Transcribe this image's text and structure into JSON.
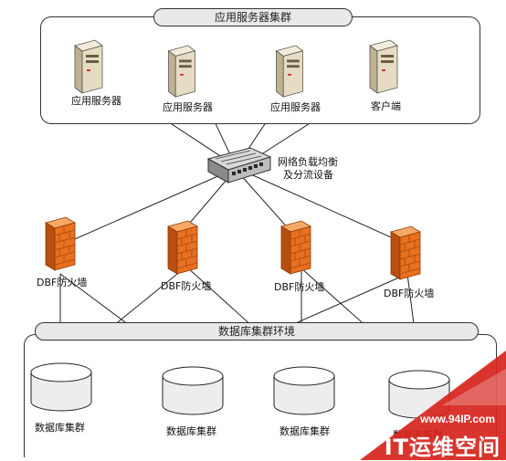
{
  "app_cluster": {
    "title": "应用服务器集群",
    "nodes": [
      {
        "label": "应用服务器",
        "icon": "server-icon"
      },
      {
        "label": "应用服务器",
        "icon": "server-icon"
      },
      {
        "label": "应用服务器",
        "icon": "server-icon"
      },
      {
        "label": "客户端",
        "icon": "server-icon"
      }
    ]
  },
  "switch": {
    "label_line1": "网络负载均衡",
    "label_line2": "及分流设备",
    "icon": "switch-icon"
  },
  "firewalls": [
    {
      "label": "DBF防火墙",
      "icon": "firewall-icon"
    },
    {
      "label": "DBF防火墙",
      "icon": "firewall-icon"
    },
    {
      "label": "DBF防火墙",
      "icon": "firewall-icon"
    },
    {
      "label": "DBF防火墙",
      "icon": "firewall-icon"
    }
  ],
  "db_cluster": {
    "title": "数据库集群环境",
    "nodes": [
      {
        "label": "数据库集群",
        "icon": "database-icon"
      },
      {
        "label": "数据库集群",
        "icon": "database-icon"
      },
      {
        "label": "数据库集群",
        "icon": "database-icon"
      },
      {
        "label": "数据库集群",
        "icon": "database-icon"
      }
    ]
  },
  "watermark": {
    "url": "www.94IP.com",
    "brand": "IT运维空间"
  },
  "colors": {
    "firewall": "#e8701e",
    "watermark_red": "#d6241c",
    "server": "#e6dcc3"
  }
}
